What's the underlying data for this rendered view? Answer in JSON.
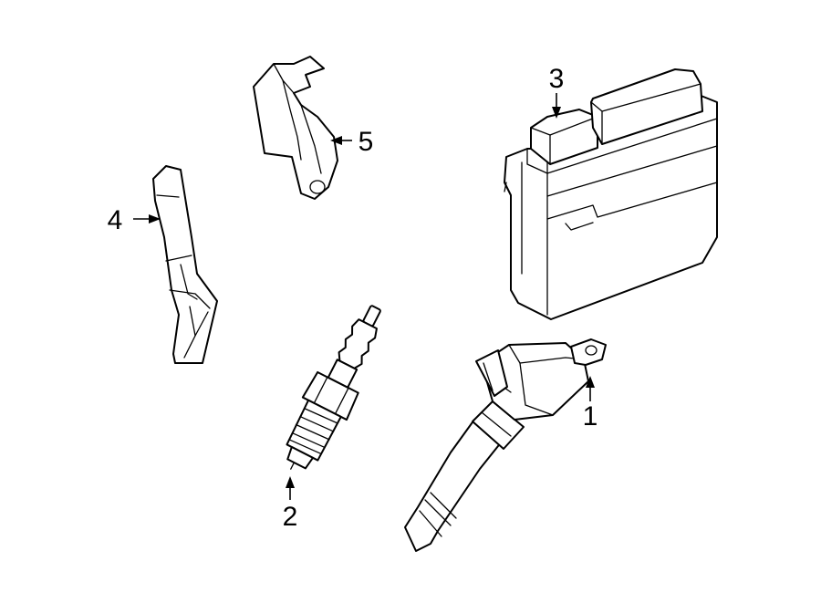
{
  "callouts": {
    "coil": "1",
    "spark_plug": "2",
    "ecm": "3",
    "bracket_left": "4",
    "bracket_top": "5"
  }
}
